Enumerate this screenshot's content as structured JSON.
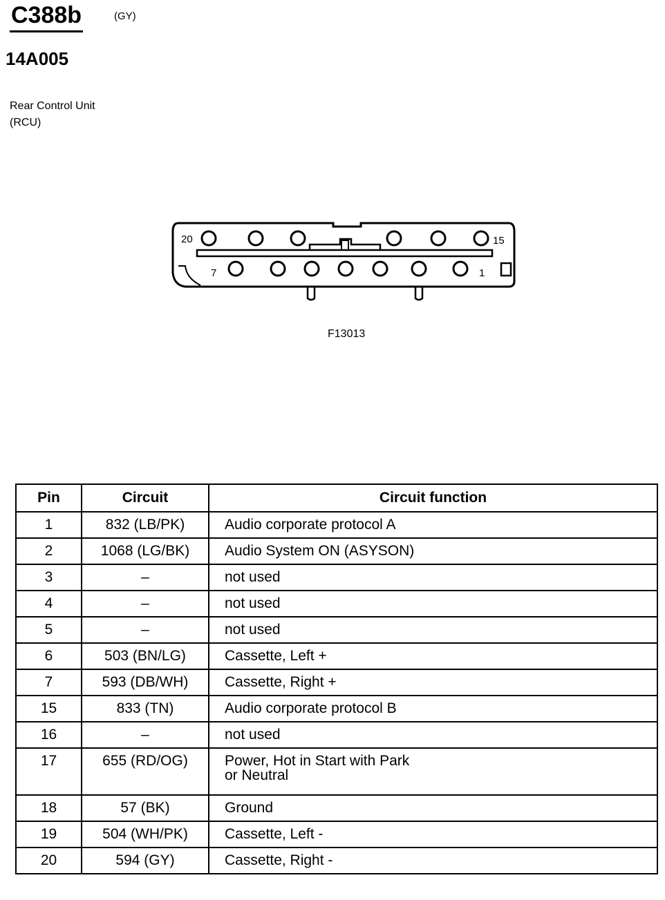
{
  "header": {
    "connector_id": "C388b",
    "connector_color": "(GY)",
    "part_number": "14A005",
    "component_line1": "Rear Control Unit",
    "component_line2": "(RCU)"
  },
  "diagram": {
    "figure_code": "F13013",
    "top_row_left_label": "20",
    "top_row_right_label": "15",
    "bottom_row_left_label": "7",
    "bottom_row_right_label": "1"
  },
  "table": {
    "headers": [
      "Pin",
      "Circuit",
      "Circuit function"
    ],
    "rows": [
      {
        "pin": "1",
        "circuit": "832 (LB/PK)",
        "function": "Audio corporate protocol A"
      },
      {
        "pin": "2",
        "circuit": "1068 (LG/BK)",
        "function": "Audio System ON (ASYSON)"
      },
      {
        "pin": "3",
        "circuit": "–",
        "function": "not used"
      },
      {
        "pin": "4",
        "circuit": "–",
        "function": "not used"
      },
      {
        "pin": "5",
        "circuit": "–",
        "function": "not used"
      },
      {
        "pin": "6",
        "circuit": "503 (BN/LG)",
        "function": "Cassette, Left +"
      },
      {
        "pin": "7",
        "circuit": "593 (DB/WH)",
        "function": "Cassette, Right +"
      },
      {
        "pin": "15",
        "circuit": "833 (TN)",
        "function": "Audio corporate protocol B"
      },
      {
        "pin": "16",
        "circuit": "–",
        "function": "not used"
      },
      {
        "pin": "17",
        "circuit": "655 (RD/OG)",
        "function": "Power, Hot in Start with Park\nor Neutral"
      },
      {
        "pin": "18",
        "circuit": "57 (BK)",
        "function": "Ground"
      },
      {
        "pin": "19",
        "circuit": "504 (WH/PK)",
        "function": "Cassette, Left -"
      },
      {
        "pin": "20",
        "circuit": "594 (GY)",
        "function": "Cassette, Right -"
      }
    ]
  }
}
